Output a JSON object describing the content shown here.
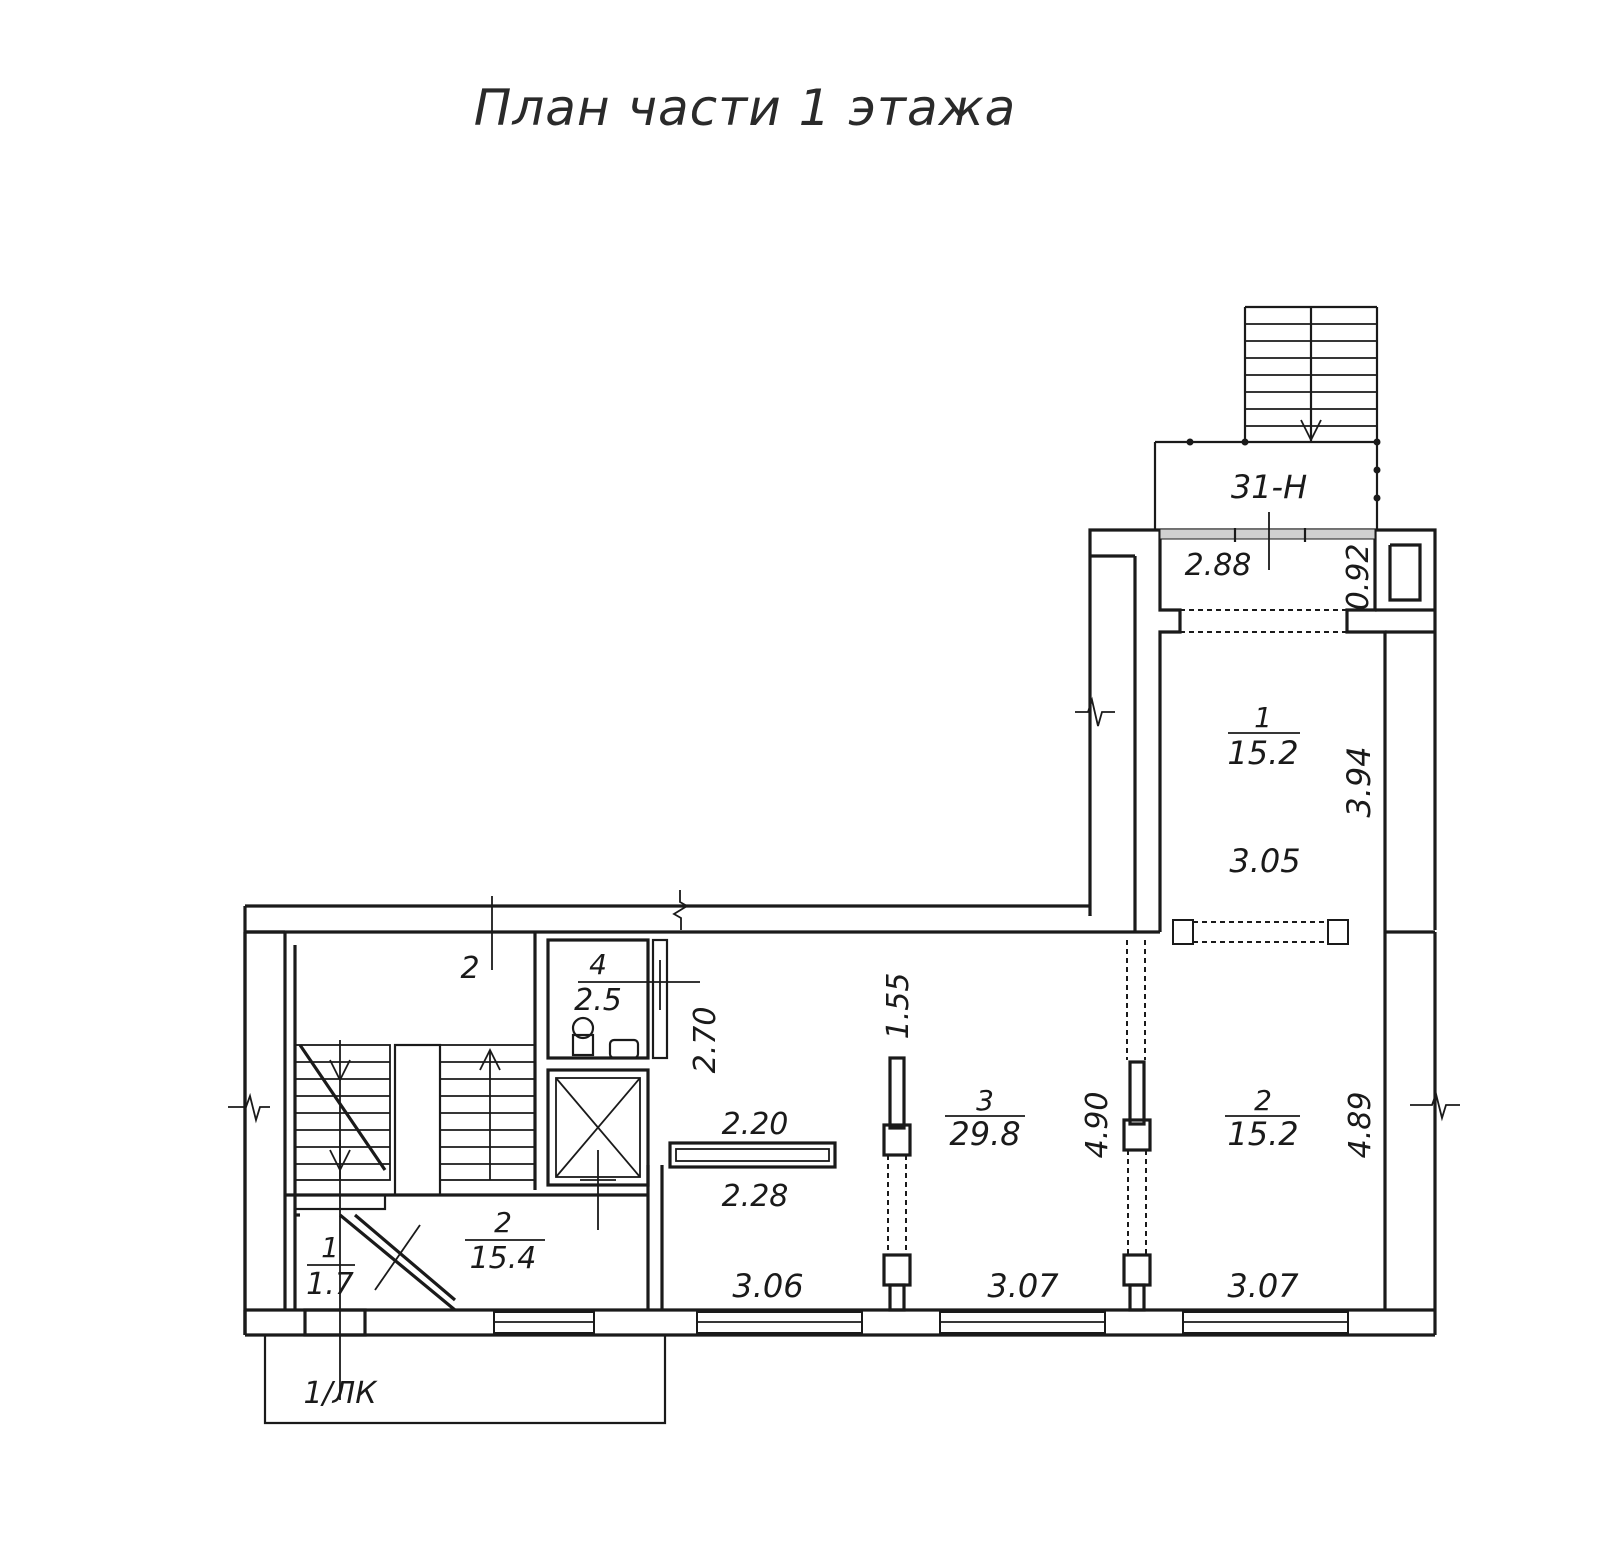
{
  "title": "План части 1 этажа",
  "labels": {
    "entrance_31h": "31-Н",
    "dim_288": "2.88",
    "dim_092": "0.92",
    "room1_num": "1",
    "room1_area": "15.2",
    "dim_394": "3.94",
    "dim_305": "3.05",
    "room2_num": "2",
    "room2_area": "15.2",
    "dim_489": "4.89",
    "room3_num": "3",
    "room3_area": "29.8",
    "dim_490": "4.90",
    "dim_155": "1.55",
    "room4_num": "4",
    "room4_area": "2.5",
    "dim_270": "2.70",
    "dim_220": "2.20",
    "dim_228": "2.28",
    "stair_num": "2",
    "hall_num": "2",
    "hall_area": "15.4",
    "vest_num": "1",
    "vest_area": "1.7",
    "dim_306": "3.06",
    "dim_307a": "3.07",
    "dim_307b": "3.07",
    "porch": "1/ЛК"
  }
}
